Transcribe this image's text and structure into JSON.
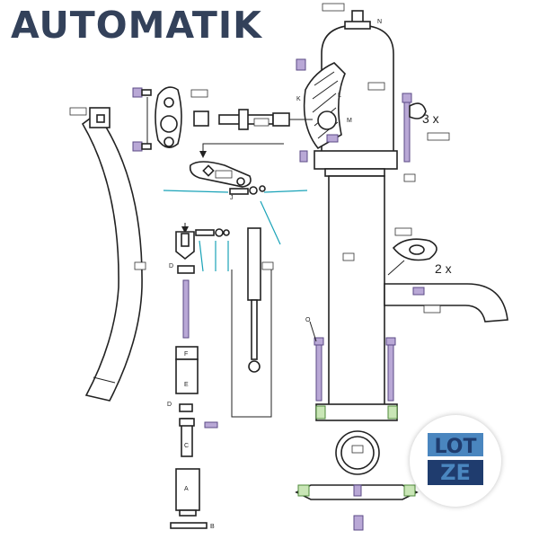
{
  "title": "AUTOMATIK",
  "multipliers": {
    "three_x": "3 x",
    "two_x": "2 x"
  },
  "labels": {
    "N": "N",
    "K": "K",
    "L": "L",
    "M": "M",
    "D1": "D",
    "D2": "D",
    "E": "E",
    "F": "F",
    "C": "C",
    "A": "A",
    "B": "B",
    "O": "O",
    "J": "J"
  },
  "logo": {
    "line1": "LOT",
    "line2": "ZE"
  },
  "colors": {
    "title": "#33415a",
    "logo_blue": "#4a86bf",
    "logo_dark": "#1f3c6e",
    "teal": "#1aa3b8",
    "purple": "#b9a8d6",
    "green": "#c9e6b6"
  }
}
